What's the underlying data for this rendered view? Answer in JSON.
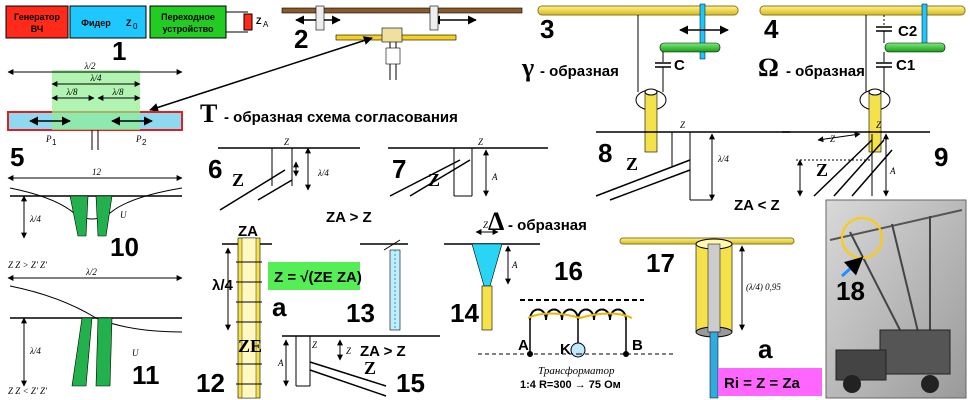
{
  "labels": {
    "fig1_gen": "Генератор",
    "fig1_vch": "ВЧ",
    "fig1_feeder": "Фидер",
    "fig1_z0": "Z",
    "fig1_z0_sub": "0",
    "fig1_trans1": "Переходное",
    "fig1_trans2": "устройство",
    "fig1_za": "Z",
    "fig1_za_sub": "A",
    "fig5_lam2": "λ/2",
    "fig5_lam4": "λ/4",
    "fig5_lam8a": "λ/8",
    "fig5_lam8b": "λ/8",
    "fig5_p1": "P",
    "fig5_p1_sub": "1",
    "fig5_p2": "P",
    "fig5_p2_sub": "2",
    "gamma_title": "γ",
    "gamma_text": "- образная",
    "omega_title": "Ω",
    "omega_text": "- образная",
    "t_title": "T",
    "t_text": "- образная схема согласования",
    "delta_title": "Δ",
    "delta_text": "- образная",
    "c": "C",
    "c1": "C1",
    "c2": "C2",
    "za_gt_z": "ZA > Z",
    "za_lt_z": "ZA < Z",
    "za_gt_z_15": "ZA > Z",
    "lam4_12": "λ/4",
    "ze": "ZE",
    "za12": "ZA",
    "formula": "Z = √(ZE ZA)",
    "a_left": "a",
    "a_right": "a",
    "ri": "Ri = Z = Za",
    "trans_title": "Трансформатор",
    "trans_ratio": "1:4 R=300 → 75 Ом",
    "node_a": "A",
    "node_b": "B",
    "node_k": "K",
    "fig17_len": "(λ/4) 0,95",
    "fig10_cond": "Z Z > Z' Z'",
    "fig11_cond": "Z Z < Z' Z'",
    "fig10_top": "12",
    "fig11_top": "λ/2",
    "fig10_u": "U",
    "fig11_u": "U"
  },
  "figure_numbers": [
    "1",
    "2",
    "3",
    "4",
    "5",
    "6",
    "7",
    "8",
    "9",
    "10",
    "11",
    "12",
    "13",
    "14",
    "15",
    "16",
    "17",
    "18"
  ],
  "colors": {
    "generator": "#ff2a1a",
    "feeder": "#1ec8ff",
    "transition": "#22cc22",
    "element": "#f5e24a",
    "element_border": "#8a7a20",
    "green": "#22b14c",
    "cyan": "#2ad4f4",
    "magenta": "#ff66ff",
    "formula_bg": "#55ee55",
    "coax": "#33aadd"
  }
}
